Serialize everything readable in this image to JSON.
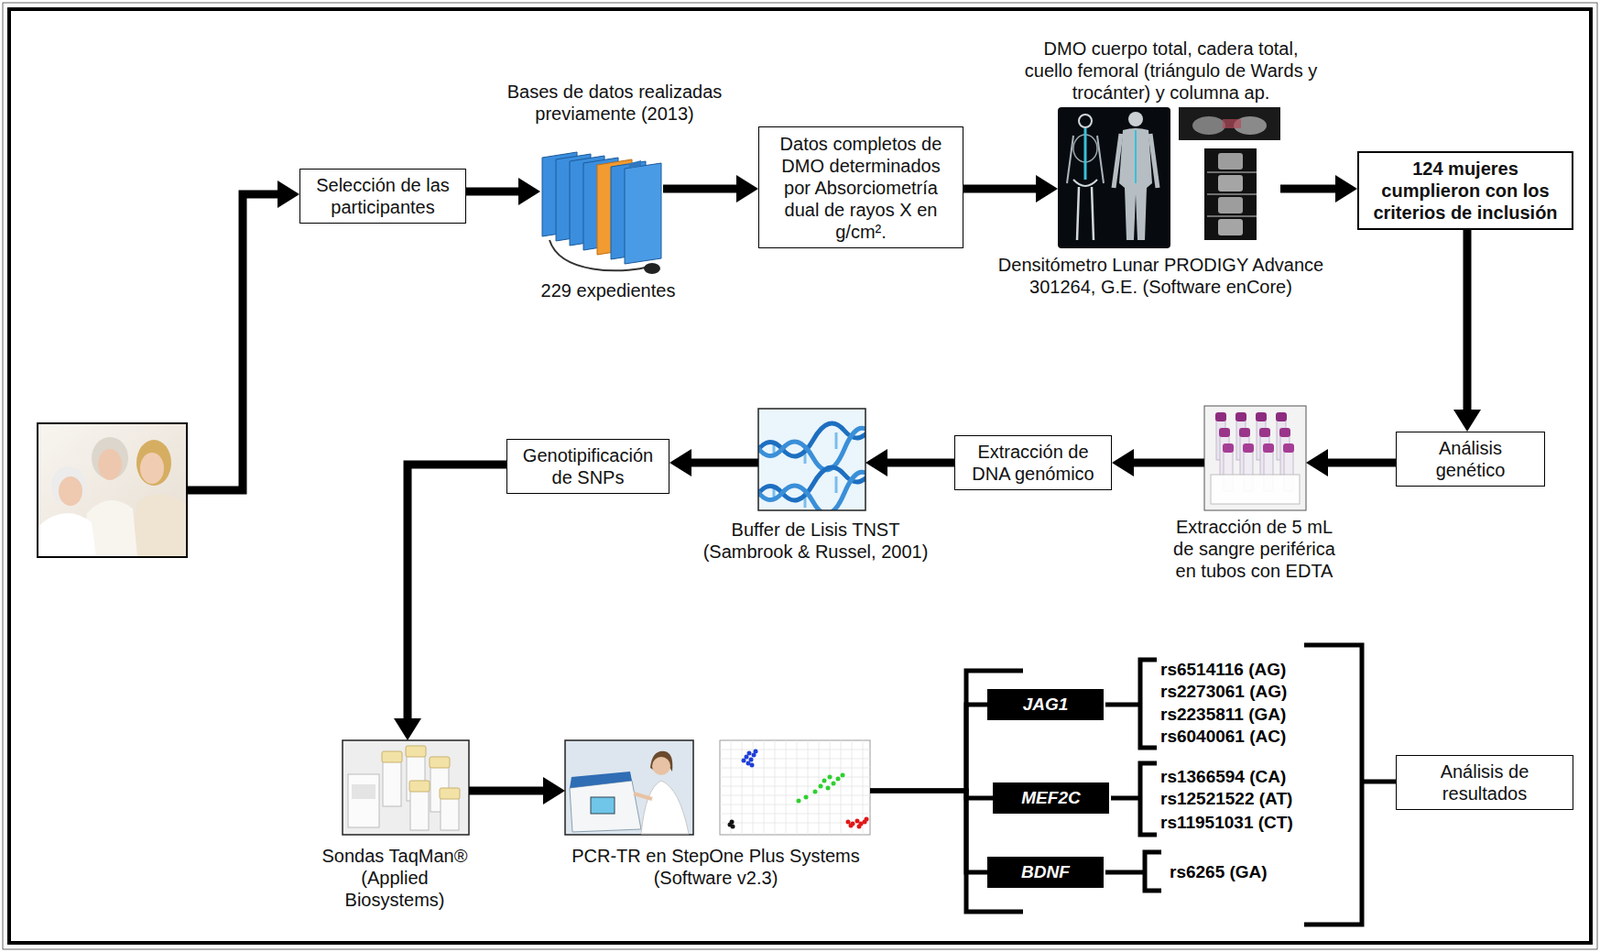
{
  "diagram": {
    "nodes": [
      {
        "text": [
          "Selección de las participantes"
        ]
      },
      {
        "text": [
          "Bases de datos realizadas previamente (2013)",
          "229 expedientes"
        ]
      },
      {
        "text": [
          "Datos completos de DMO determinados por Absorciometría dual de rayos X en g/cm²."
        ]
      },
      {
        "text": [
          "DMO cuerpo total, cadera total, cuello femoral (triángulo de Wards y trocánter) y columna ap.",
          "Densitómetro Lunar PRODIGY Advance 301264, G.E. (Software enCore)"
        ]
      },
      {
        "text": [
          "124 mujeres cumplieron con los criterios de inclusión"
        ]
      },
      {
        "text": [
          "Análisis genético"
        ]
      },
      {
        "text": [
          "Extracción de 5 mL de sangre periférica en tubos con EDTA"
        ]
      },
      {
        "text": [
          "Extracción de DNA genómico"
        ]
      },
      {
        "text": [
          "Buffer de Lisis TNST (Sambrook & Russel, 2001)"
        ]
      },
      {
        "text": [
          "Genotipificación de SNPs"
        ]
      },
      {
        "text": [
          "Sondas TaqMan® (Applied Biosystems)"
        ]
      },
      {
        "text": [
          "PCR-TR en StepOne Plus Systems (Software v2.3)"
        ]
      },
      {
        "text": [
          "JAG1"
        ]
      },
      {
        "text": [
          "MEF2C"
        ]
      },
      {
        "text": [
          "BDNF"
        ]
      },
      {
        "text": [
          "Análisis de resultados"
        ]
      }
    ],
    "edges": [
      {
        "from": 0,
        "to": 1,
        "arrow": "to"
      },
      {
        "from": 1,
        "to": 2,
        "arrow": "to"
      },
      {
        "from": 2,
        "to": 3,
        "arrow": "to"
      },
      {
        "from": 3,
        "to": 4,
        "arrow": "to"
      },
      {
        "from": 4,
        "to": 5,
        "arrow": "to"
      },
      {
        "from": 5,
        "to": 6,
        "arrow": "to"
      },
      {
        "from": 6,
        "to": 7,
        "arrow": "to"
      },
      {
        "from": 7,
        "to": 8,
        "arrow": "to"
      },
      {
        "from": 8,
        "to": 9,
        "arrow": "to"
      },
      {
        "from": 9,
        "to": 10,
        "arrow": "to"
      },
      {
        "from": 10,
        "to": 11,
        "arrow": "to"
      },
      {
        "from": 11,
        "to": 12,
        "arrow": "none"
      },
      {
        "from": 11,
        "to": 13,
        "arrow": "none"
      },
      {
        "from": 11,
        "to": 14,
        "arrow": "none"
      }
    ],
    "labels": [
      "rs6514116 (AG)",
      "rs2273061 (AG)",
      "rs2235811 (GA)",
      "rs6040061 (AC)",
      "rs1366594 (CA)",
      "rs12521522 (AT)",
      "rs11951031 (CT)",
      "rs6265 (GA)"
    ]
  }
}
